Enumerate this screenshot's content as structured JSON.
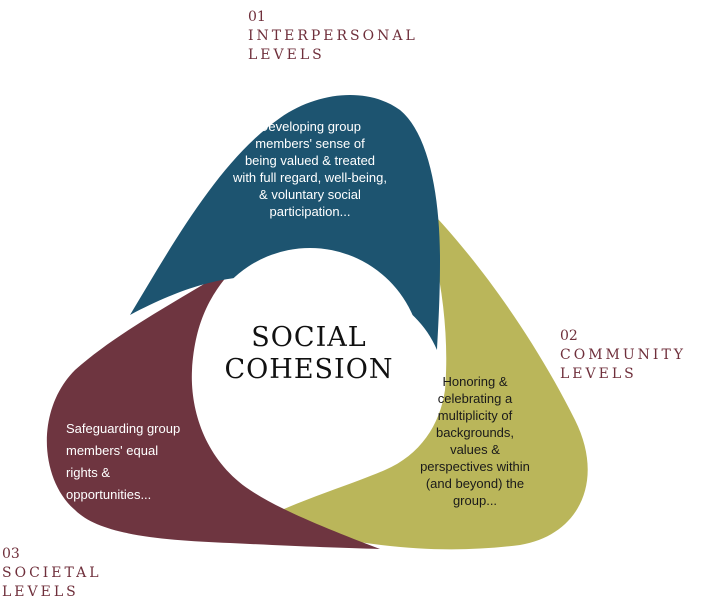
{
  "colors": {
    "interpersonal": "#1d5470",
    "community": "#bab65a",
    "societal": "#6e3540",
    "label": "#6f2f3b",
    "center_text": "#111111"
  },
  "center": {
    "line1": "SOCIAL",
    "line2": "COHESION"
  },
  "interpersonal": {
    "number": "01",
    "title_line1": "INTERPERSONAL",
    "title_line2": "LEVELS",
    "text": [
      "Developing group",
      "members' sense of",
      "being valued & treated",
      "with full regard, well-being,",
      "& voluntary social",
      "participation..."
    ]
  },
  "community": {
    "number": "02",
    "title_line1": "COMMUNITY",
    "title_line2": "LEVELS",
    "text": [
      "Honoring &",
      "celebrating a",
      "multiplicity of",
      "backgrounds,",
      "values &",
      "perspectives within",
      "(and beyond) the",
      "group..."
    ]
  },
  "societal": {
    "number": "03",
    "title_line1": "SOCIETAL",
    "title_line2": "LEVELS",
    "text": [
      "Safeguarding group",
      "members' equal",
      "rights &",
      "opportunities..."
    ]
  }
}
